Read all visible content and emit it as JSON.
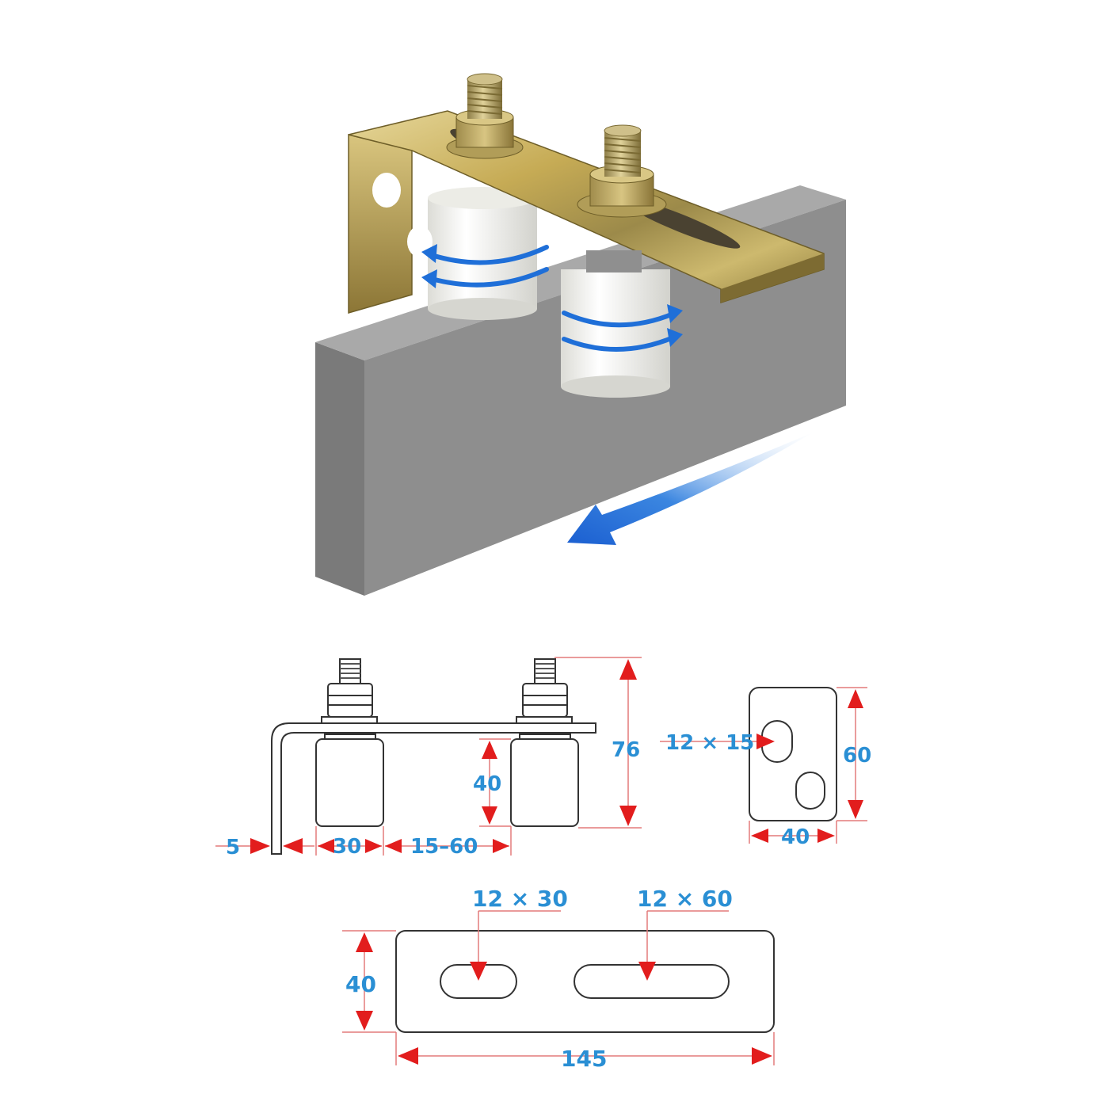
{
  "colors": {
    "dimension_text": "#2a8fd4",
    "dimension_arrow": "#e21d1d",
    "dimension_line": "#e37a7a",
    "drawing_line": "#333333",
    "motion_arrow": "#1f6fd8",
    "rail_front": "#8a8a8a",
    "rail_top": "#b0b0b0",
    "rail_side": "#6e6e6e",
    "bracket_metal": "#c9b25f",
    "roller": "#f3f3ef"
  },
  "icons": {
    "roller_rotation": "curved-arrow-icon",
    "travel_direction": "arrow-left-down-icon"
  },
  "side_view": {
    "dims": {
      "height_total": "76",
      "roller_height": "40",
      "plate_thickness": "5",
      "roller_width": "30",
      "roller_spacing": "15–60"
    }
  },
  "end_plate": {
    "dims": {
      "hole": "12 × 15",
      "height": "60",
      "width": "40"
    }
  },
  "top_plate": {
    "dims": {
      "slot_short": "12 × 30",
      "slot_long": "12 × 60",
      "width": "40",
      "length": "145"
    }
  }
}
